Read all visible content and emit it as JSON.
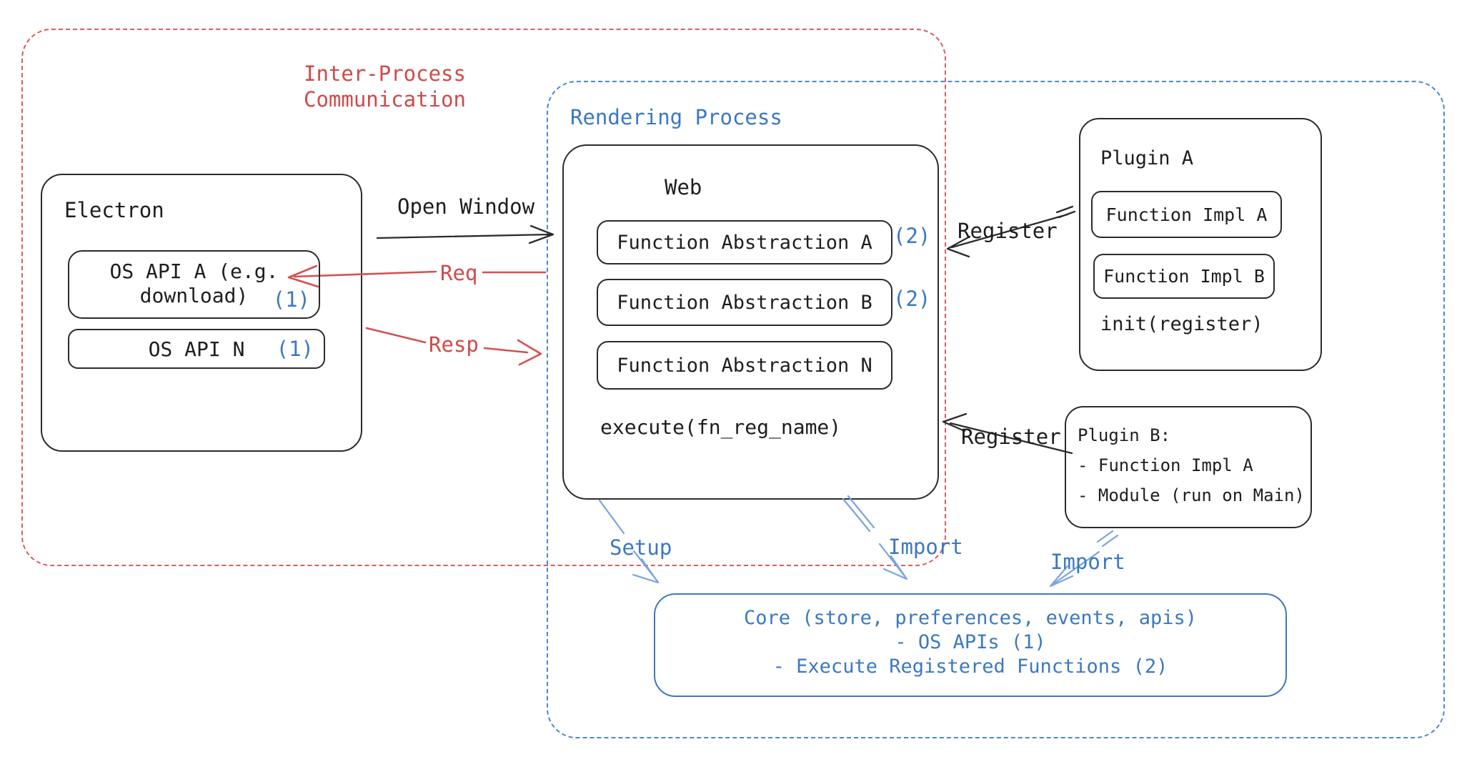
{
  "frames": {
    "ipc_label_line1": "Inter-Process",
    "ipc_label_line2": "Communication",
    "rendering_label": "Rendering Process"
  },
  "electron": {
    "title": "Electron",
    "os_api_a_line1": "OS API A (e.g.",
    "os_api_a_line2": "download)",
    "os_api_a_badge": "(1)",
    "os_api_n_label": "OS API N",
    "os_api_n_badge": "(1)"
  },
  "web": {
    "title": "Web",
    "function_abstraction_a": "Function Abstraction A",
    "function_abstraction_a_badge": "(2)",
    "function_abstraction_b": "Function Abstraction B",
    "function_abstraction_b_badge": "(2)",
    "function_abstraction_n": "Function Abstraction N",
    "execute_label": "execute(fn_reg_name)"
  },
  "plugin_a": {
    "title": "Plugin A",
    "function_impl_a": "Function Impl A",
    "function_impl_b": "Function Impl B",
    "init_label": "init(register)"
  },
  "plugin_b": {
    "title": "Plugin B:",
    "item1": "- Function Impl A",
    "item2": "- Module (run on Main)"
  },
  "core": {
    "line1": "Core (store, preferences, events, apis)",
    "line2": "- OS APIs (1)",
    "line3": "- Execute Registered Functions (2)"
  },
  "arrows": {
    "open_window_label": "Open Window",
    "req_label": "Req",
    "resp_label": "Resp",
    "register_a_label": "Register",
    "register_b_label": "Register",
    "setup_label": "Setup",
    "import_web_label": "Import",
    "import_plugin_label": "Import"
  },
  "colors": {
    "ink": "#1e1e1e",
    "red_text": "#cf4a4a",
    "red_dash": "#dd5b5b",
    "red_arrow": "#d45050",
    "blue_text": "#3b78c4",
    "blue_dash": "#4d87cf",
    "blue_arrow": "#7ba3dc",
    "core_border": "#4177bd"
  }
}
